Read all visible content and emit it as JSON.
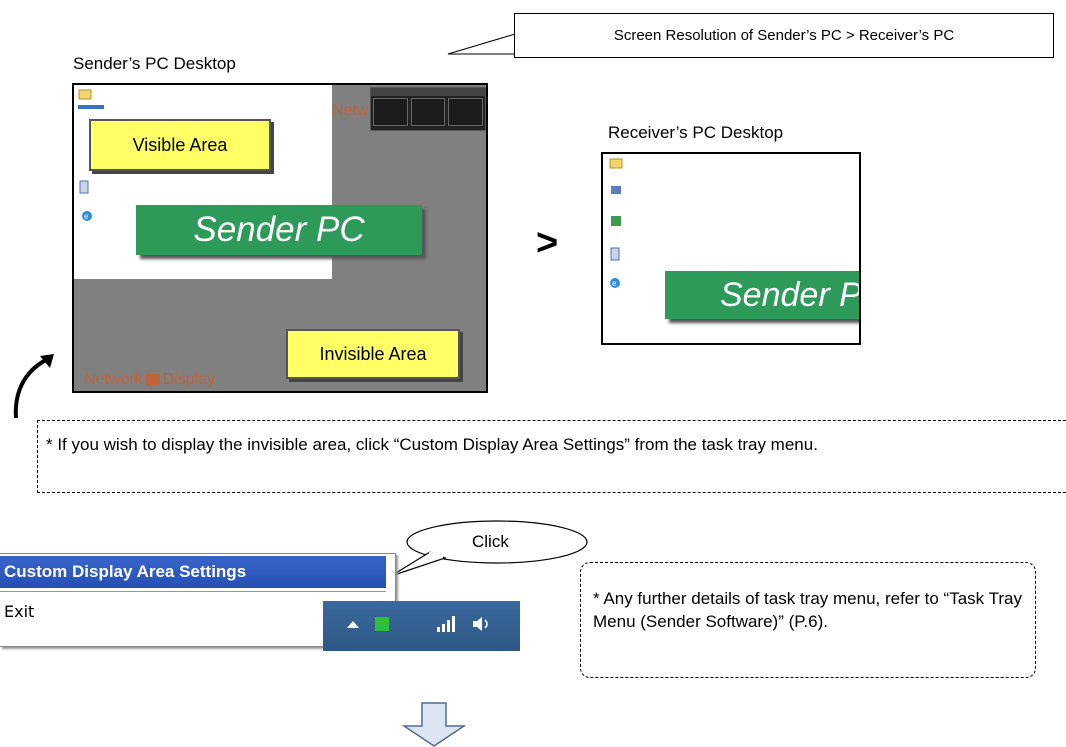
{
  "top_callout": {
    "text": "Screen Resolution of Sender’s PC > Receiver’s PC"
  },
  "sender_desktop": {
    "caption": "Sender’s PC Desktop",
    "visible_label": "Visible Area",
    "invisible_label": "Invisible Area",
    "banner_text": "Sender PC",
    "watermark_text": "Network",
    "watermark_text2": "Display",
    "watermark_top": "Netw"
  },
  "comparison_symbol": ">",
  "receiver_desktop": {
    "caption": "Receiver’s PC Desktop",
    "banner_text": "Sender P"
  },
  "note_invisible": {
    "text": "* If you wish to display the invisible area, click “Custom Display Area Settings” from the task tray menu."
  },
  "click_callout": {
    "text": "Click"
  },
  "tray_menu": {
    "selected_item": "Custom Display Area Settings",
    "items": [
      "Exit"
    ]
  },
  "note_details": {
    "text": "* Any further details of task tray menu, refer to “Task Tray Menu (Sender Software)” (P.6)."
  },
  "colors": {
    "label_fill": "#ffff66",
    "banner_green": "#2e9a5a",
    "menu_highlight": "#2450b4",
    "watermark": "#c0643c"
  }
}
